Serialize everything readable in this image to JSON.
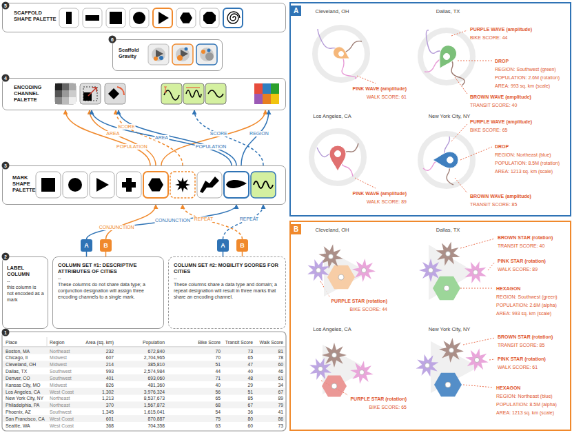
{
  "diagram": {
    "nodes": [
      {
        "text": [
          "SCAFFOLD SHAPE PALETTE"
        ]
      },
      {
        "text": [
          "Scaffold Gravity"
        ]
      },
      {
        "text": [
          "ENCODING CHANNEL PALETTE"
        ]
      },
      {
        "text": [
          "MARK SHAPE PALETTE"
        ]
      },
      {
        "text": [
          "A"
        ]
      },
      {
        "text": [
          "B"
        ]
      },
      {
        "text": [
          "A"
        ]
      },
      {
        "text": [
          "B"
        ]
      },
      {
        "text": [
          "LABEL COLUMN",
          "--",
          "this column is not encoded as a mark"
        ]
      },
      {
        "text": [
          "COLUMN SET #1: DESCRIPTIVE ATTRIBUTES OF CITIES",
          "--",
          "These columns do not share data type; a conjunction designation will assign three encoding channels to a single mark."
        ]
      },
      {
        "text": [
          "COLUMN SET #2: MOBILITY SCORES FOR CITIES",
          "--",
          "These columns share a data type and domain; a repeat designation will result in three marks that share an encoding channel."
        ]
      },
      {
        "text": [
          "A"
        ]
      },
      {
        "text": [
          "B"
        ]
      }
    ],
    "edges": [
      {
        "from": 4,
        "to": 9,
        "arrow": "none"
      },
      {
        "from": 5,
        "to": 9,
        "arrow": "none"
      },
      {
        "from": 6,
        "to": 10,
        "arrow": "none"
      },
      {
        "from": 7,
        "to": 10,
        "arrow": "none"
      },
      {
        "from": 5,
        "to": 3,
        "label": "CONJUNCTION",
        "arrow": "to"
      },
      {
        "from": 4,
        "to": 3,
        "label": "CONJUNCTION",
        "arrow": "to"
      },
      {
        "from": 7,
        "to": 3,
        "label": "REPEAT",
        "arrow": "to"
      },
      {
        "from": 6,
        "to": 3,
        "label": "REPEAT",
        "arrow": "to"
      },
      {
        "from": 3,
        "to": 2,
        "label": "POPULATION",
        "arrow": "to"
      },
      {
        "from": 3,
        "to": 2,
        "label": "AREA",
        "arrow": "to"
      },
      {
        "from": 3,
        "to": 2,
        "label": "SCORE",
        "arrow": "to"
      },
      {
        "from": 3,
        "to": 2,
        "arrow": "to"
      },
      {
        "from": 3,
        "to": 2,
        "label": "AREA",
        "arrow": "to"
      },
      {
        "from": 3,
        "to": 2,
        "label": "POPULATION",
        "arrow": "to"
      },
      {
        "from": 3,
        "to": 2,
        "label": "SCORE",
        "arrow": "to"
      },
      {
        "from": 3,
        "to": 2,
        "label": "REGION",
        "arrow": "to"
      }
    ],
    "labels": [
      "5",
      "6",
      "4",
      "3",
      "2",
      "1",
      "Cleveland, OH",
      "Dallas, TX",
      "Los Angeles, CA",
      "New York City, NY",
      "PINK WAVE (amplitude)",
      "WALK SCORE: 61",
      "PURPLE WAVE (amplitude)",
      "BIKE SCORE: 44",
      "DROP",
      "REGION: Southwest (green)",
      "POPULATION: 2.6M (rotation)",
      "AREA: 993 sq. km (scale)",
      "BROWN WAVE (amplitude)",
      "TRANSIT SCORE: 40",
      "PINK WAVE (amplitude)",
      "WALK SCORE: 89",
      "PURPLE WAVE (amplitude)",
      "BIKE SCORE: 65",
      "DROP",
      "REGION: Northeast (blue)",
      "POPULATION: 8.5M (rotation)",
      "AREA: 1213 sq. km (scale)",
      "BROWN WAVE (amplitude)",
      "TRANSIT SCORE: 85",
      "Cleveland, OH",
      "Dallas, TX",
      "Los Angeles, CA",
      "New York City, NY",
      "BROWN STAR (rotation)",
      "TRANSIT SCORE: 40",
      "PINK STAR (rotation)",
      "WALK SCORE: 89",
      "HEXAGON",
      "REGION: Southwest (green)",
      "POPULATION: 2.6M (alpha)",
      "AREA: 993 sq. km (scale)",
      "PURPLE STAR (rotation)",
      "BIKE SCORE: 44",
      "BROWN STAR (rotation)",
      "TRANSIT SCORE: 85",
      "PINK STAR (rotation)",
      "WALK SCORE: 61",
      "HEXAGON",
      "REGION: Northeast (blue)",
      "POPULATION: 8.5M (alpha)",
      "AREA: 1213 sq. km (scale)",
      "PURPLE STAR (rotation)",
      "BIKE SCORE: 65",
      "Place",
      "Region",
      "Area (sq. km)",
      "Population",
      "Bike Score",
      "Transit Score",
      "Walk Score",
      "Boston, MA",
      "Northeast",
      "232",
      "672,840",
      "70",
      "73",
      "81",
      "Chicago, Il",
      "Midwest",
      "607",
      "2,704,965",
      "70",
      "65",
      "78",
      "Cleveland, OH",
      "Midwest",
      "214",
      "385,810",
      "51",
      "47",
      "60",
      "Dallas, TX",
      "Southwest",
      "993",
      "2,574,984",
      "44",
      "40",
      "46",
      "Denver, CO",
      "Southwest",
      "401",
      "693,060",
      "71",
      "48",
      "61",
      "Kansas City, MO",
      "Midwest",
      "826",
      "481,360",
      "40",
      "29",
      "34",
      "Los Angeles, CA",
      "West Coast",
      "1,302",
      "3,976,324",
      "56",
      "51",
      "67",
      "New York City, NY",
      "Northeast",
      "1,213",
      "8,537,673",
      "65",
      "85",
      "89",
      "Philadelphia, PA",
      "Northeast",
      "370",
      "1,567,872",
      "68",
      "67",
      "79",
      "Phoenix, AZ",
      "Southwest",
      "1,345",
      "1,615,041",
      "54",
      "36",
      "41",
      "San Francisco, CA",
      "West Coast",
      "601",
      "870,887",
      "75",
      "80",
      "86",
      "Seattle, WA",
      "West Coast",
      "368",
      "704,358",
      "63",
      "60",
      "73"
    ]
  }
}
